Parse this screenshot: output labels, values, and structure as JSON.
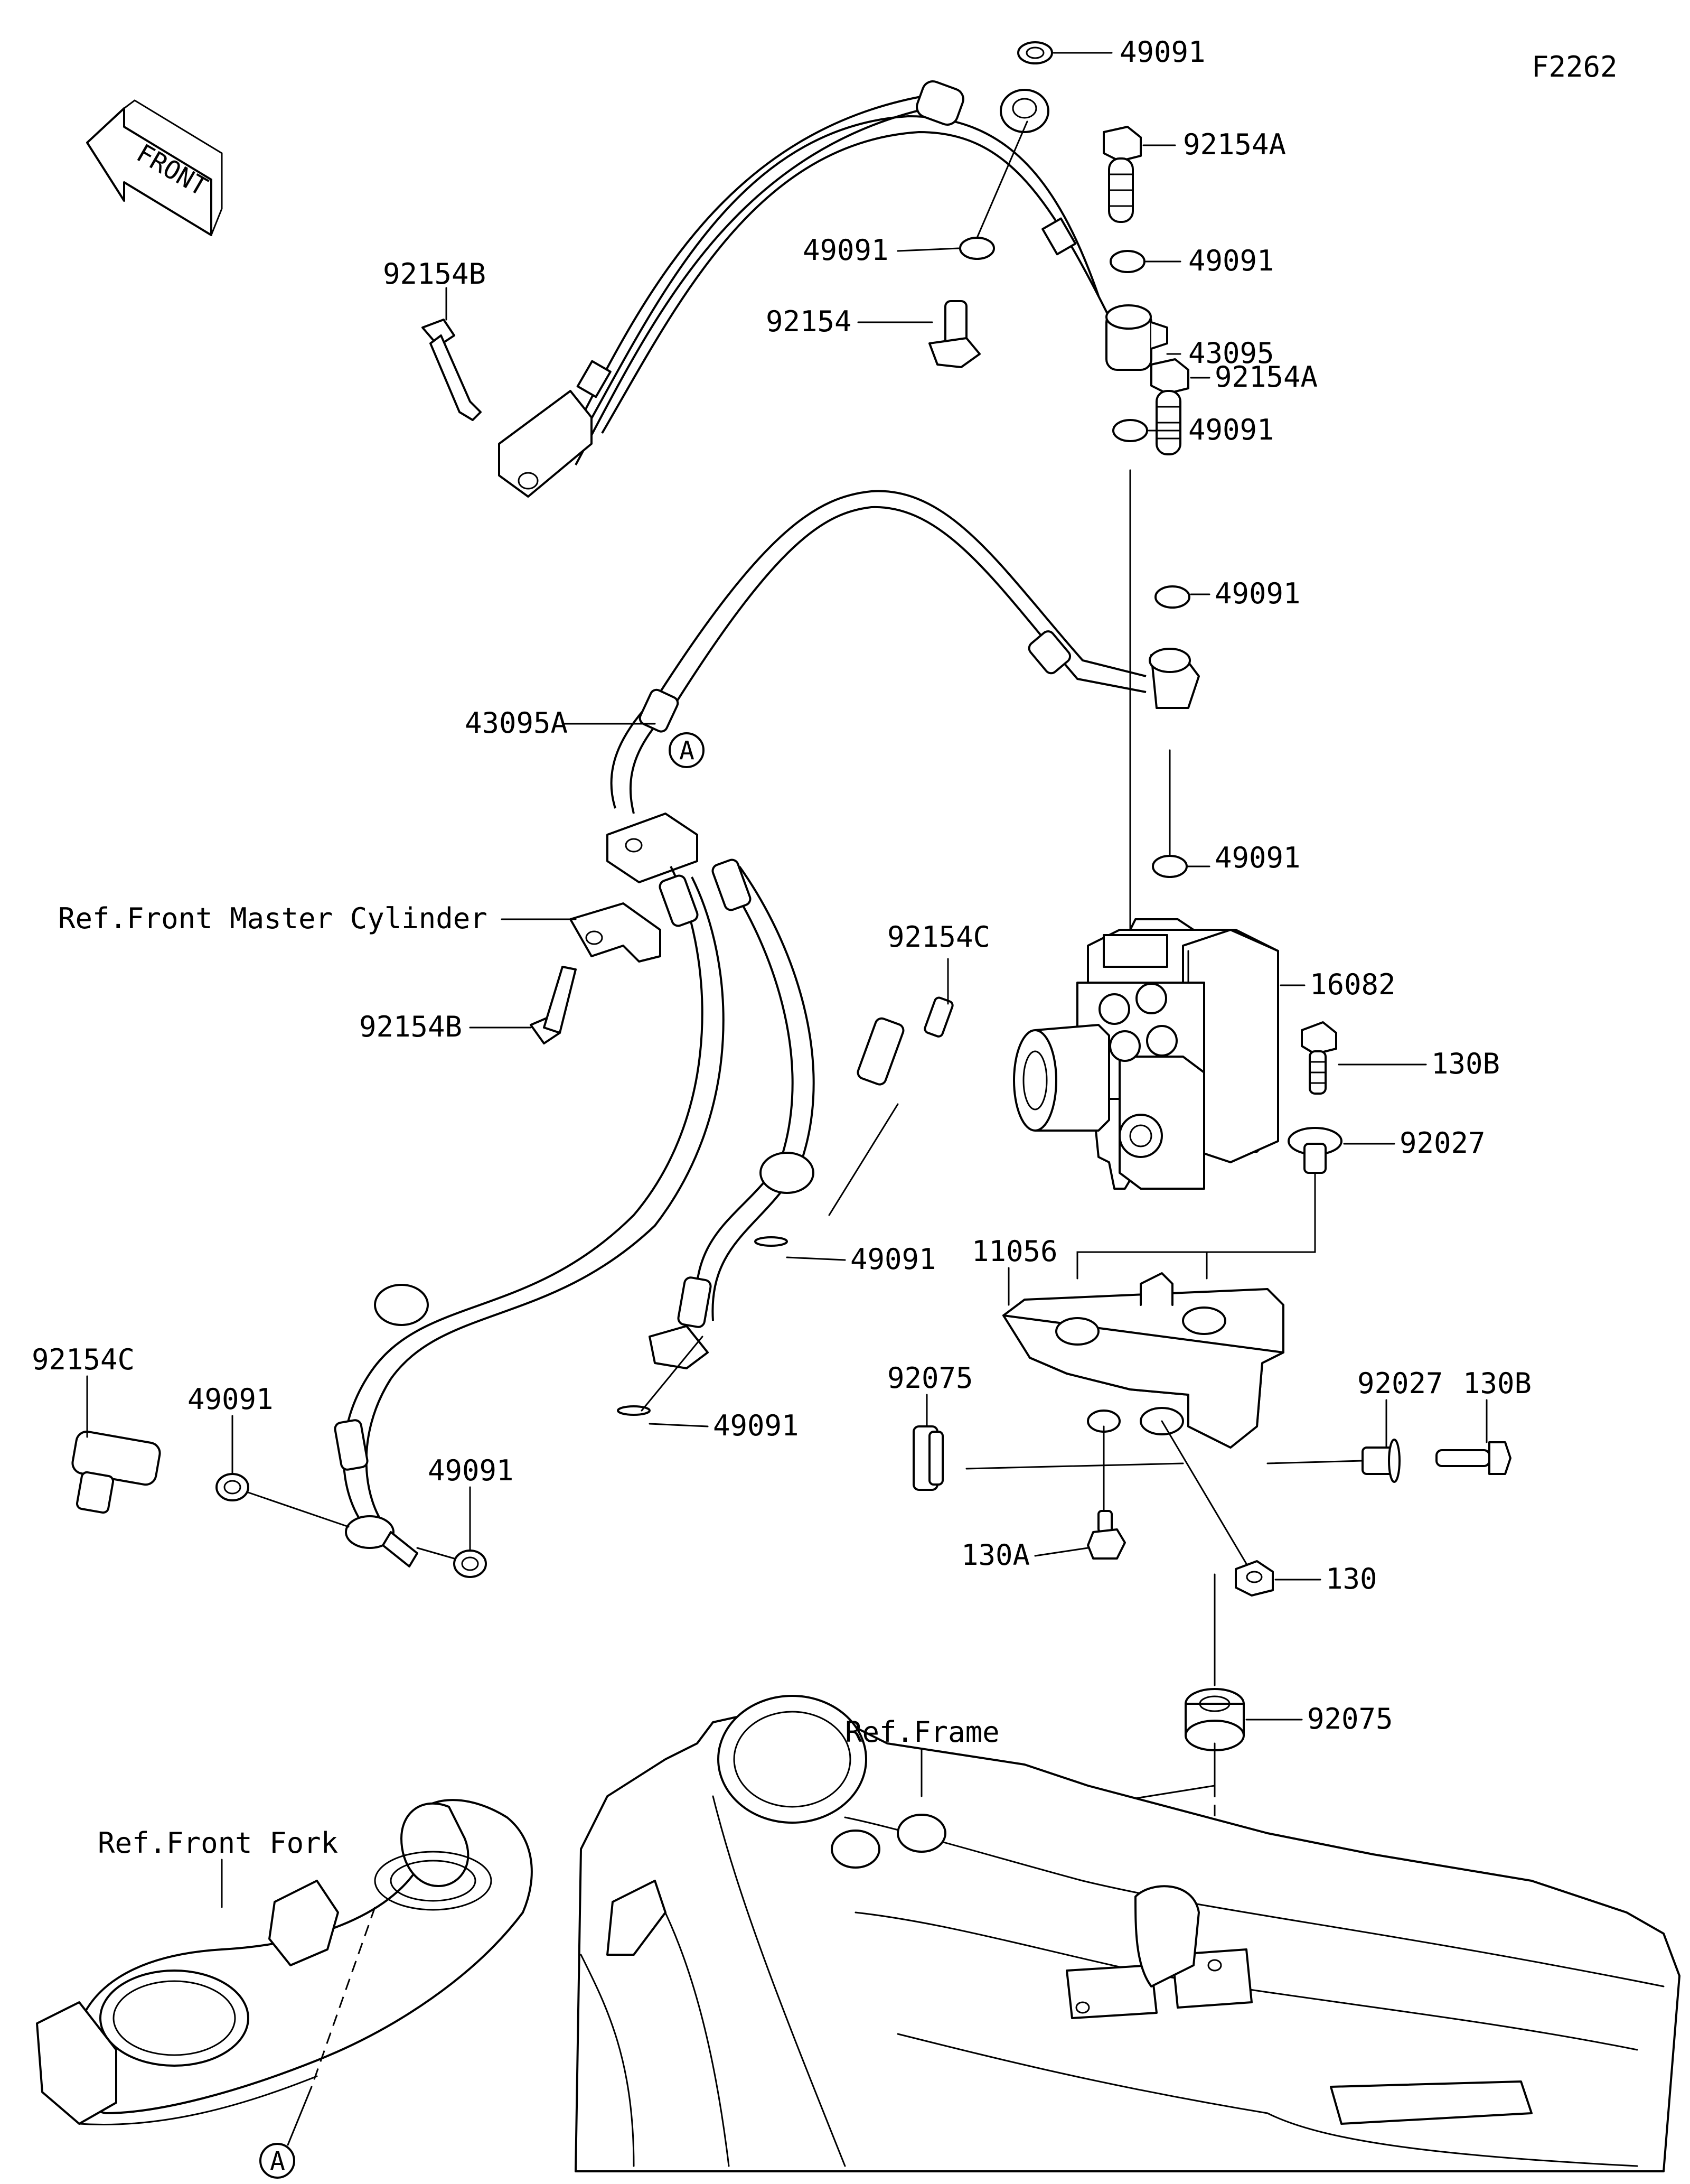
{
  "diagram_code": "F2262",
  "front_arrow_text": "FRONT",
  "labels": {
    "washer_1": "49091",
    "banjo_bolt_a_1": "92154A",
    "washer_2": "49091",
    "washer_3": "49091",
    "bleeder_92154": "92154",
    "hose_43095": "43095",
    "washer_4": "49091",
    "bolt_92154b_top": "92154B",
    "banjo_bolt_a_2": "92154A",
    "washer_5": "49091",
    "hose_43095a": "43095A",
    "washer_6": "49091",
    "ref_master_cylinder": "Ref.Front Master Cylinder",
    "bolt_92154b_mid": "92154B",
    "sensor_92154c_mid": "92154C",
    "abs_unit": "16082",
    "bolt_130b_1": "130B",
    "collar_92027_1": "92027",
    "washer_7": "49091",
    "bracket_11056": "11056",
    "grommet_92075_1": "92075",
    "collar_92027_2": "92027",
    "bolt_130b_2": "130B",
    "washer_8": "49091",
    "sensor_92154c_left": "92154C",
    "washer_9": "49091",
    "washer_10": "49091",
    "bolt_130a": "130A",
    "bolt_130": "130",
    "grommet_92075_2": "92075",
    "ref_frame": "Ref.Frame",
    "ref_front_fork": "Ref.Front Fork",
    "marker_a_top": "A",
    "marker_a_bottom": "A"
  }
}
